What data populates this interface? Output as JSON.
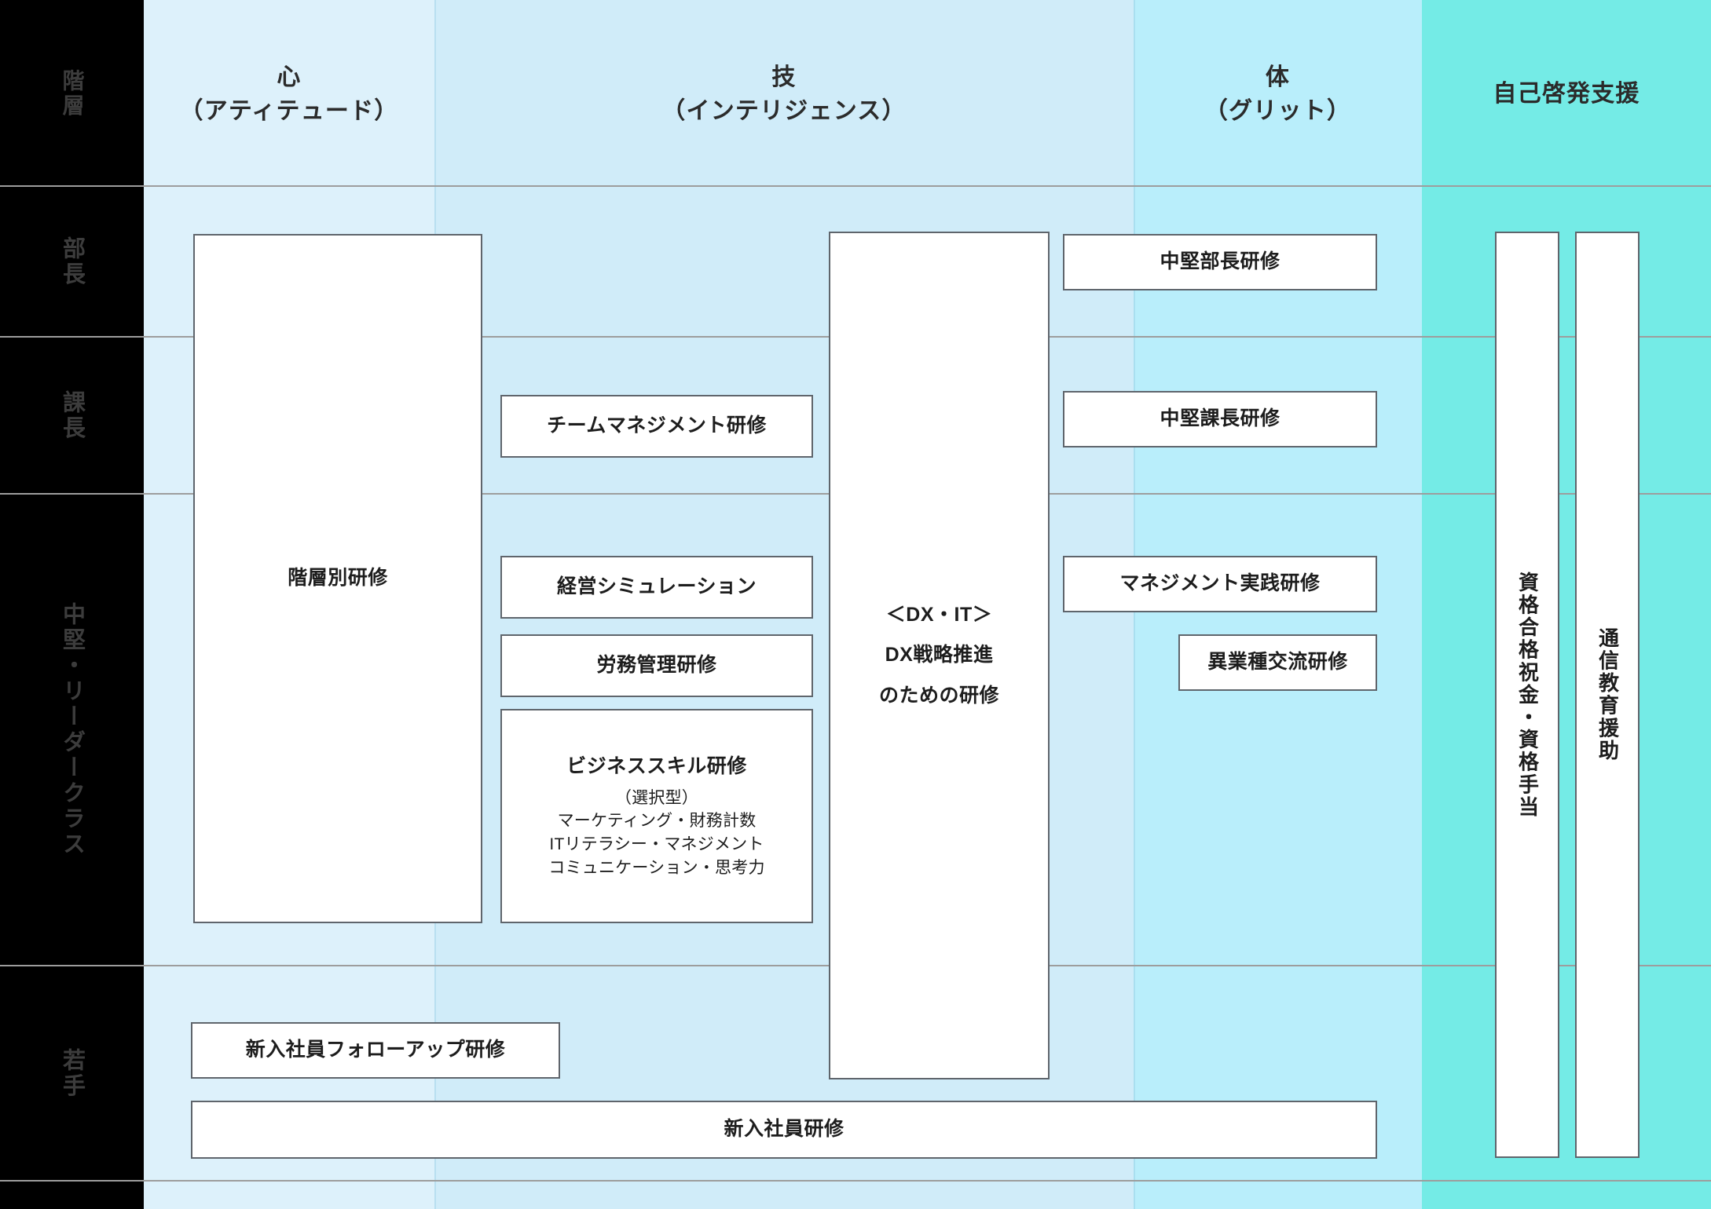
{
  "matrix": {
    "corner_label": "階層",
    "columns": [
      {
        "key": "kokoro",
        "title": "心",
        "subtitle": "（アティテュード）",
        "bg": "#ddf1fb"
      },
      {
        "key": "waza",
        "title": "技",
        "subtitle": "（インテリジェンス）",
        "bg": "#d0ecf9"
      },
      {
        "key": "tai",
        "title": "体",
        "subtitle": "（グリット）",
        "bg": "#b9eefb"
      },
      {
        "key": "jiko",
        "title": "自己啓発支援",
        "subtitle": "",
        "bg": "#74ebe6"
      }
    ],
    "rows": [
      {
        "key": "bucho",
        "label": "部長"
      },
      {
        "key": "kacho",
        "label": "課長"
      },
      {
        "key": "chuken",
        "label": "中堅・リーダークラス"
      },
      {
        "key": "wakate",
        "label": "若手"
      }
    ]
  },
  "programs": {
    "kaisou_betsu": "階層別研修",
    "team_management": "チームマネジメント研修",
    "keiei_simulation": "経営シミュレーション",
    "roumu_kanri": "労務管理研修",
    "business_skill": {
      "title": "ビジネススキル研修",
      "type": "（選択型）",
      "line1": "マーケティング・財務計数",
      "line2": "ITリテラシー・マネジメント",
      "line3": "コミュニケーション・思考力"
    },
    "dx_it": {
      "line1": "＜DX・IT＞",
      "line2": "DX戦略推進",
      "line3": "のための研修"
    },
    "chuken_bucho": "中堅部長研修",
    "chuken_kacho": "中堅課長研修",
    "management_jissen": "マネジメント実践研修",
    "igyoushu_kouryuu": "異業種交流研修",
    "shinnyuu_follow": "新入社員フォローアップ研修",
    "shinnyuu_shain": "新入社員研修",
    "shikaku_iwaikin": "資格合格祝金・資格手当",
    "tsuushin_kyouiku": "通信教育援助"
  },
  "colors": {
    "header_kokoro": "#ddf1fb",
    "header_waza": "#d0ecf9",
    "header_tai": "#b9eefb",
    "header_jiko": "#74ebe6",
    "row_label_bg": "#000000",
    "gridline": "#9d9d9d",
    "box_border": "#5f656c",
    "text": "#1d1d1d"
  }
}
